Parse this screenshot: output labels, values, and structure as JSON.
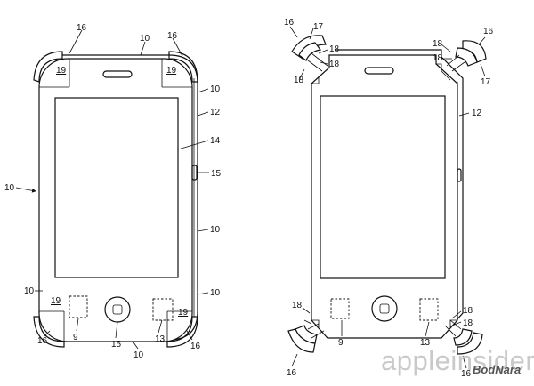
{
  "left_figure": {
    "labels": {
      "top_left_16": "16",
      "top_10": "10",
      "top_right_16": "16",
      "corner_tl_19": "19",
      "corner_tr_19": "19",
      "right_upper_10": "10",
      "right_12": "12",
      "screen_14": "14",
      "side_15": "15",
      "left_arrow_10": "10",
      "right_mid_10": "10",
      "left_lower_10": "10",
      "right_lower_10": "10",
      "corner_bl_19": "19",
      "corner_br_19": "19",
      "bottom_9": "9",
      "bottom_15": "15",
      "bottom_13": "13",
      "bottom_left_16": "16",
      "bottom_10": "10",
      "bottom_right_16": "16"
    }
  },
  "right_figure": {
    "labels": {
      "tl_16": "16",
      "tl_17": "17",
      "tl_18a": "18",
      "tl_18b": "18",
      "tr_16": "16",
      "tr_18": "18",
      "tr_18b": "18",
      "tr_17": "17",
      "right_12": "12",
      "bl_18a": "18",
      "bl_18b": "18",
      "bottom_9": "9",
      "bottom_13": "13",
      "br_18a": "18",
      "br_18b": "18",
      "bl_16": "16",
      "br_16": "16"
    }
  },
  "watermark": {
    "main": "appleinsider",
    "sub": "BodNara"
  }
}
